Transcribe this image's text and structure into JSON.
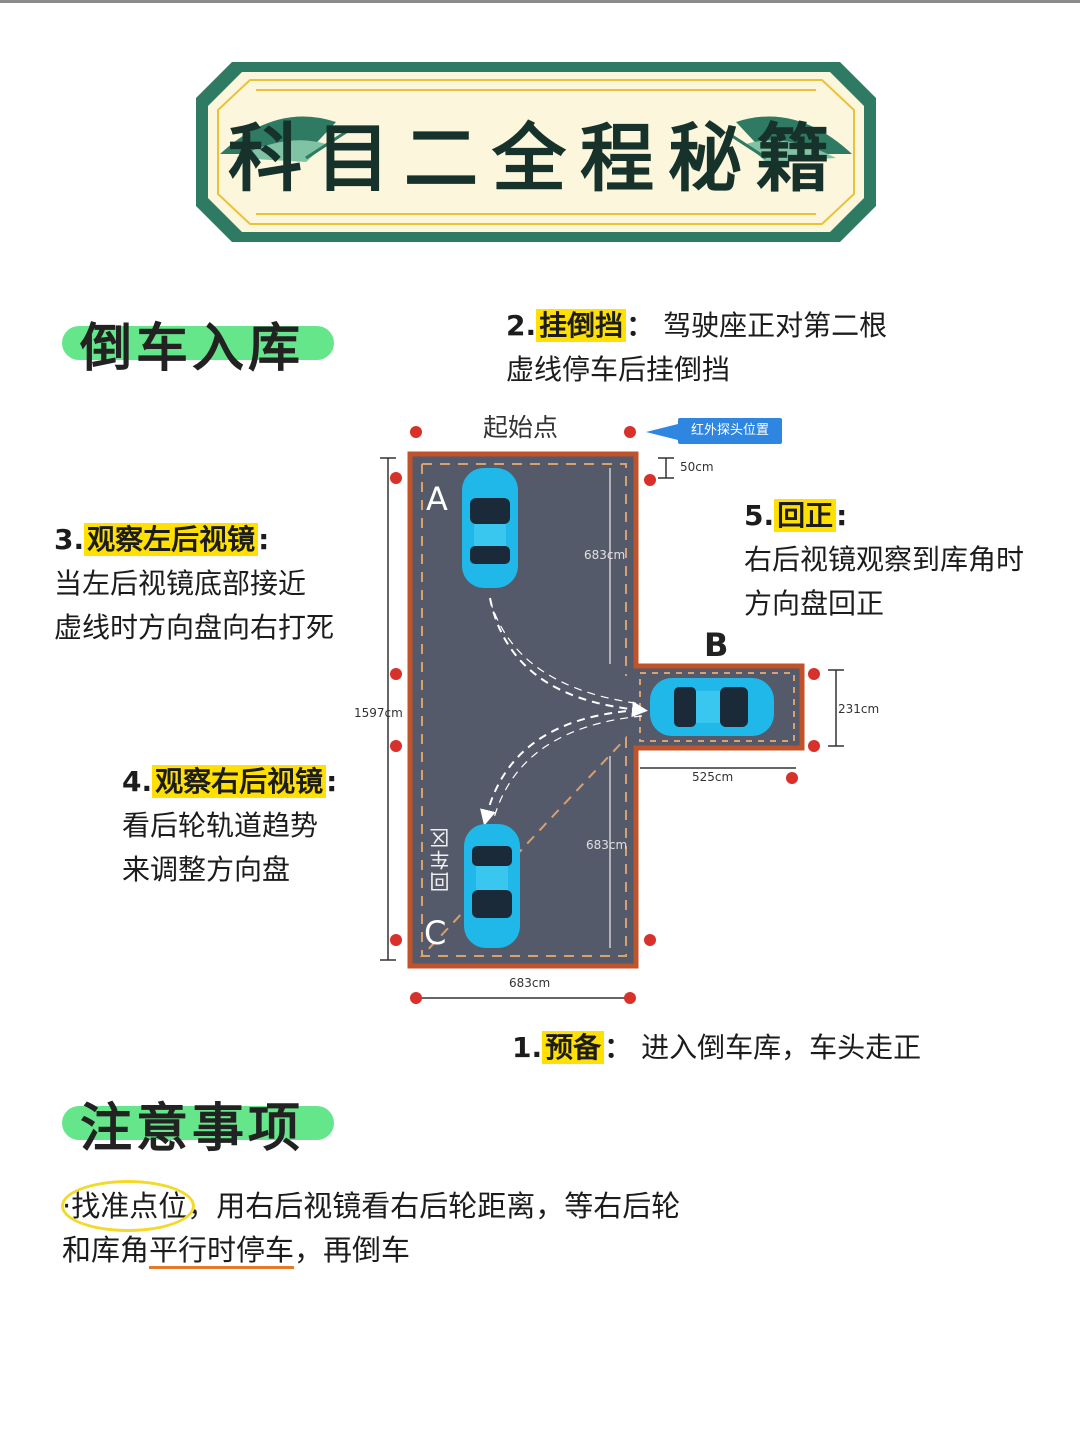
{
  "title": "科目二全程秘籍",
  "sections": {
    "reverse_parking": "倒车入库",
    "precautions": "注意事项"
  },
  "steps": {
    "s1": {
      "num": "1.",
      "label": "预备",
      "colon": "：",
      "lines": [
        "进入倒车库，车头走正"
      ]
    },
    "s2": {
      "num": "2.",
      "label": "挂倒挡",
      "colon": "：",
      "lines": [
        "驾驶座正对第二根",
        "虚线停车后挂倒挡"
      ]
    },
    "s3": {
      "num": "3.",
      "label": "观察左后视镜",
      "colon": ":",
      "lines": [
        "当左后视镜底部接近",
        "虚线时方向盘向右打死"
      ]
    },
    "s4": {
      "num": "4.",
      "label": "观察右后视镜",
      "colon": ":",
      "lines": [
        "看后轮轨道趋势",
        "来调整方向盘"
      ]
    },
    "s5": {
      "num": "5.",
      "label": "回正",
      "colon": ":",
      "lines": [
        "右后视镜观察到库角时",
        "方向盘回正"
      ]
    }
  },
  "diagram": {
    "start_point": "起始点",
    "sensor_tag": "红外探头位置",
    "points": {
      "a": "A",
      "b": "B",
      "c": "C"
    },
    "zone_label": "回车区",
    "dims": {
      "top_gap": "50cm",
      "upper_length": "683cm",
      "lower_length": "683cm",
      "total_length": "1597cm",
      "width": "683cm",
      "garage_width": "231cm",
      "garage_depth": "525cm"
    }
  },
  "tips": {
    "circled": "找准点位",
    "line1_rest": "，用右后视镜看右后轮距离，等右后轮",
    "line2_pre": "和库角",
    "line2_under": "平行时停车",
    "line2_post": "，再倒车"
  },
  "colors": {
    "road": "#555a6a",
    "road_border": "#c0532a",
    "car": "#1fb8e8",
    "highlight": "#ffe000",
    "section_pill": "#66e68a",
    "banner_green": "#2f7a63",
    "banner_cream": "#fbf6dc"
  }
}
